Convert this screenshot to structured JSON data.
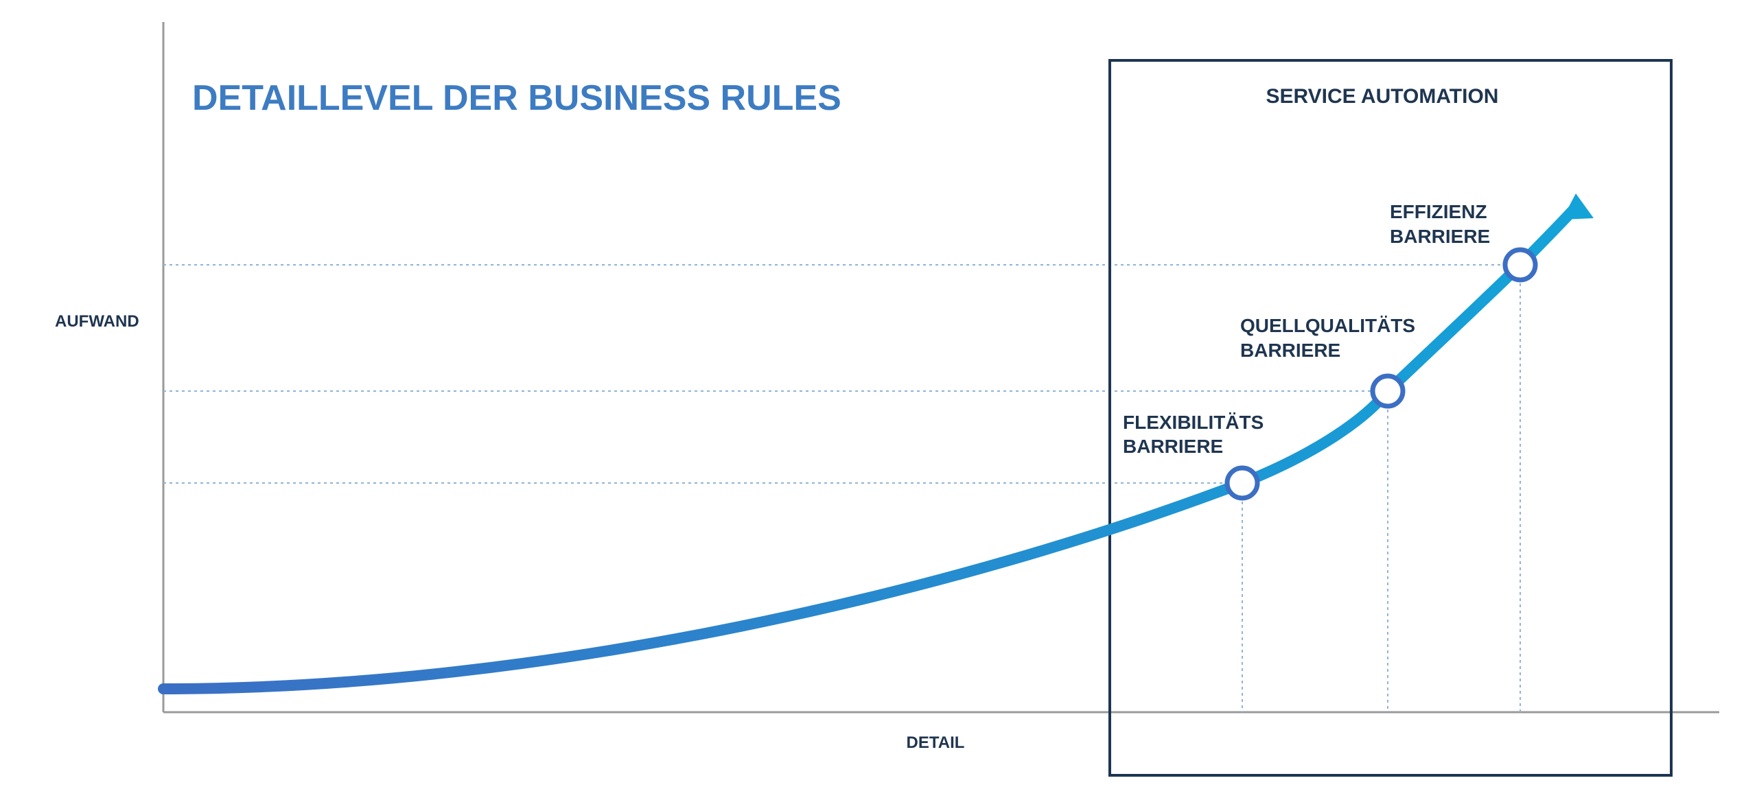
{
  "title": "DETAILLEVEL DER BUSINESS RULES",
  "axes": {
    "y_label": "AUFWAND",
    "x_label": "DETAIL"
  },
  "region": {
    "label": "SERVICE AUTOMATION"
  },
  "barriers": [
    {
      "line1": "FLEXIBILITÄTS",
      "line2": "BARRIERE"
    },
    {
      "line1": "QUELLQUALITÄTS",
      "line2": "BARRIERE"
    },
    {
      "line1": "EFFIZIENZ",
      "line2": "BARRIERE"
    }
  ],
  "colors": {
    "title": "#3d7cc2",
    "label": "#1f3550",
    "axis": "#9a9a9a",
    "box": "#1d3550",
    "guide": "#8fb3d6",
    "curve_start": "#3b6fc4",
    "curve_end": "#13a3d8"
  }
}
